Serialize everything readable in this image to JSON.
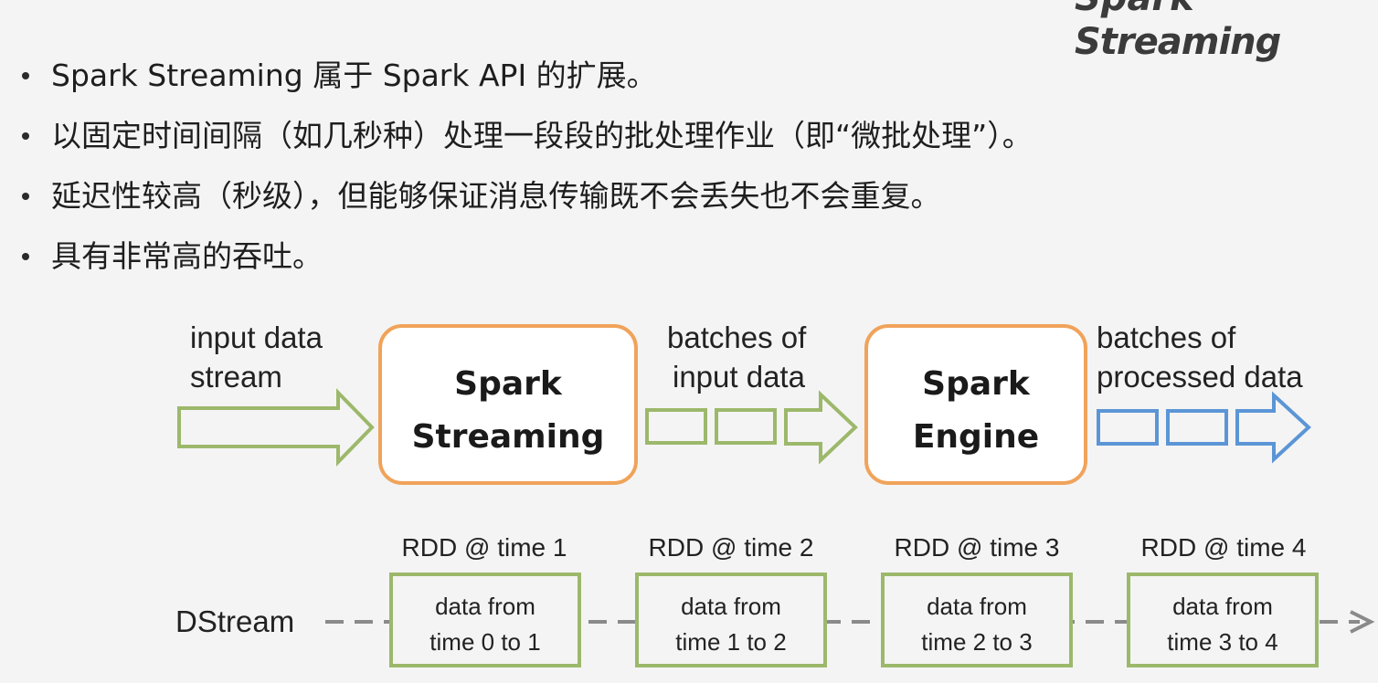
{
  "logo": {
    "top": "Spark",
    "main": "Streaming"
  },
  "bullets": [
    "Spark Streaming 属于 Spark API 的扩展。",
    "以固定时间间隔（如几秒种）处理一段段的批处理作业（即“微批处理”）。",
    "延迟性较高（秒级），但能够保证消息传输既不会丢失也不会重复。",
    "具有非常高的吞吐。"
  ],
  "flow": {
    "input_label_1": "input data",
    "input_label_2": "stream",
    "spark_streaming_1": "Spark",
    "spark_streaming_2": "Streaming",
    "batches_label_1": "batches of",
    "batches_label_2": "input data",
    "spark_engine_1": "Spark",
    "spark_engine_2": "Engine",
    "processed_label_1": "batches of",
    "processed_label_2": "processed data"
  },
  "dstream": {
    "label": "DStream",
    "rdds": [
      {
        "title": "RDD @ time 1",
        "line1": "data from",
        "line2": "time 0 to 1"
      },
      {
        "title": "RDD @ time 2",
        "line1": "data from",
        "line2": "time 1 to 2"
      },
      {
        "title": "RDD @ time 3",
        "line1": "data from",
        "line2": "time 2 to 3"
      },
      {
        "title": "RDD @ time 4",
        "line1": "data from",
        "line2": "time 3 to 4"
      }
    ]
  },
  "colors": {
    "green": "#9cb86a",
    "orange": "#f0a35a",
    "blue": "#5b95d6",
    "dash": "#8a8a8a"
  }
}
